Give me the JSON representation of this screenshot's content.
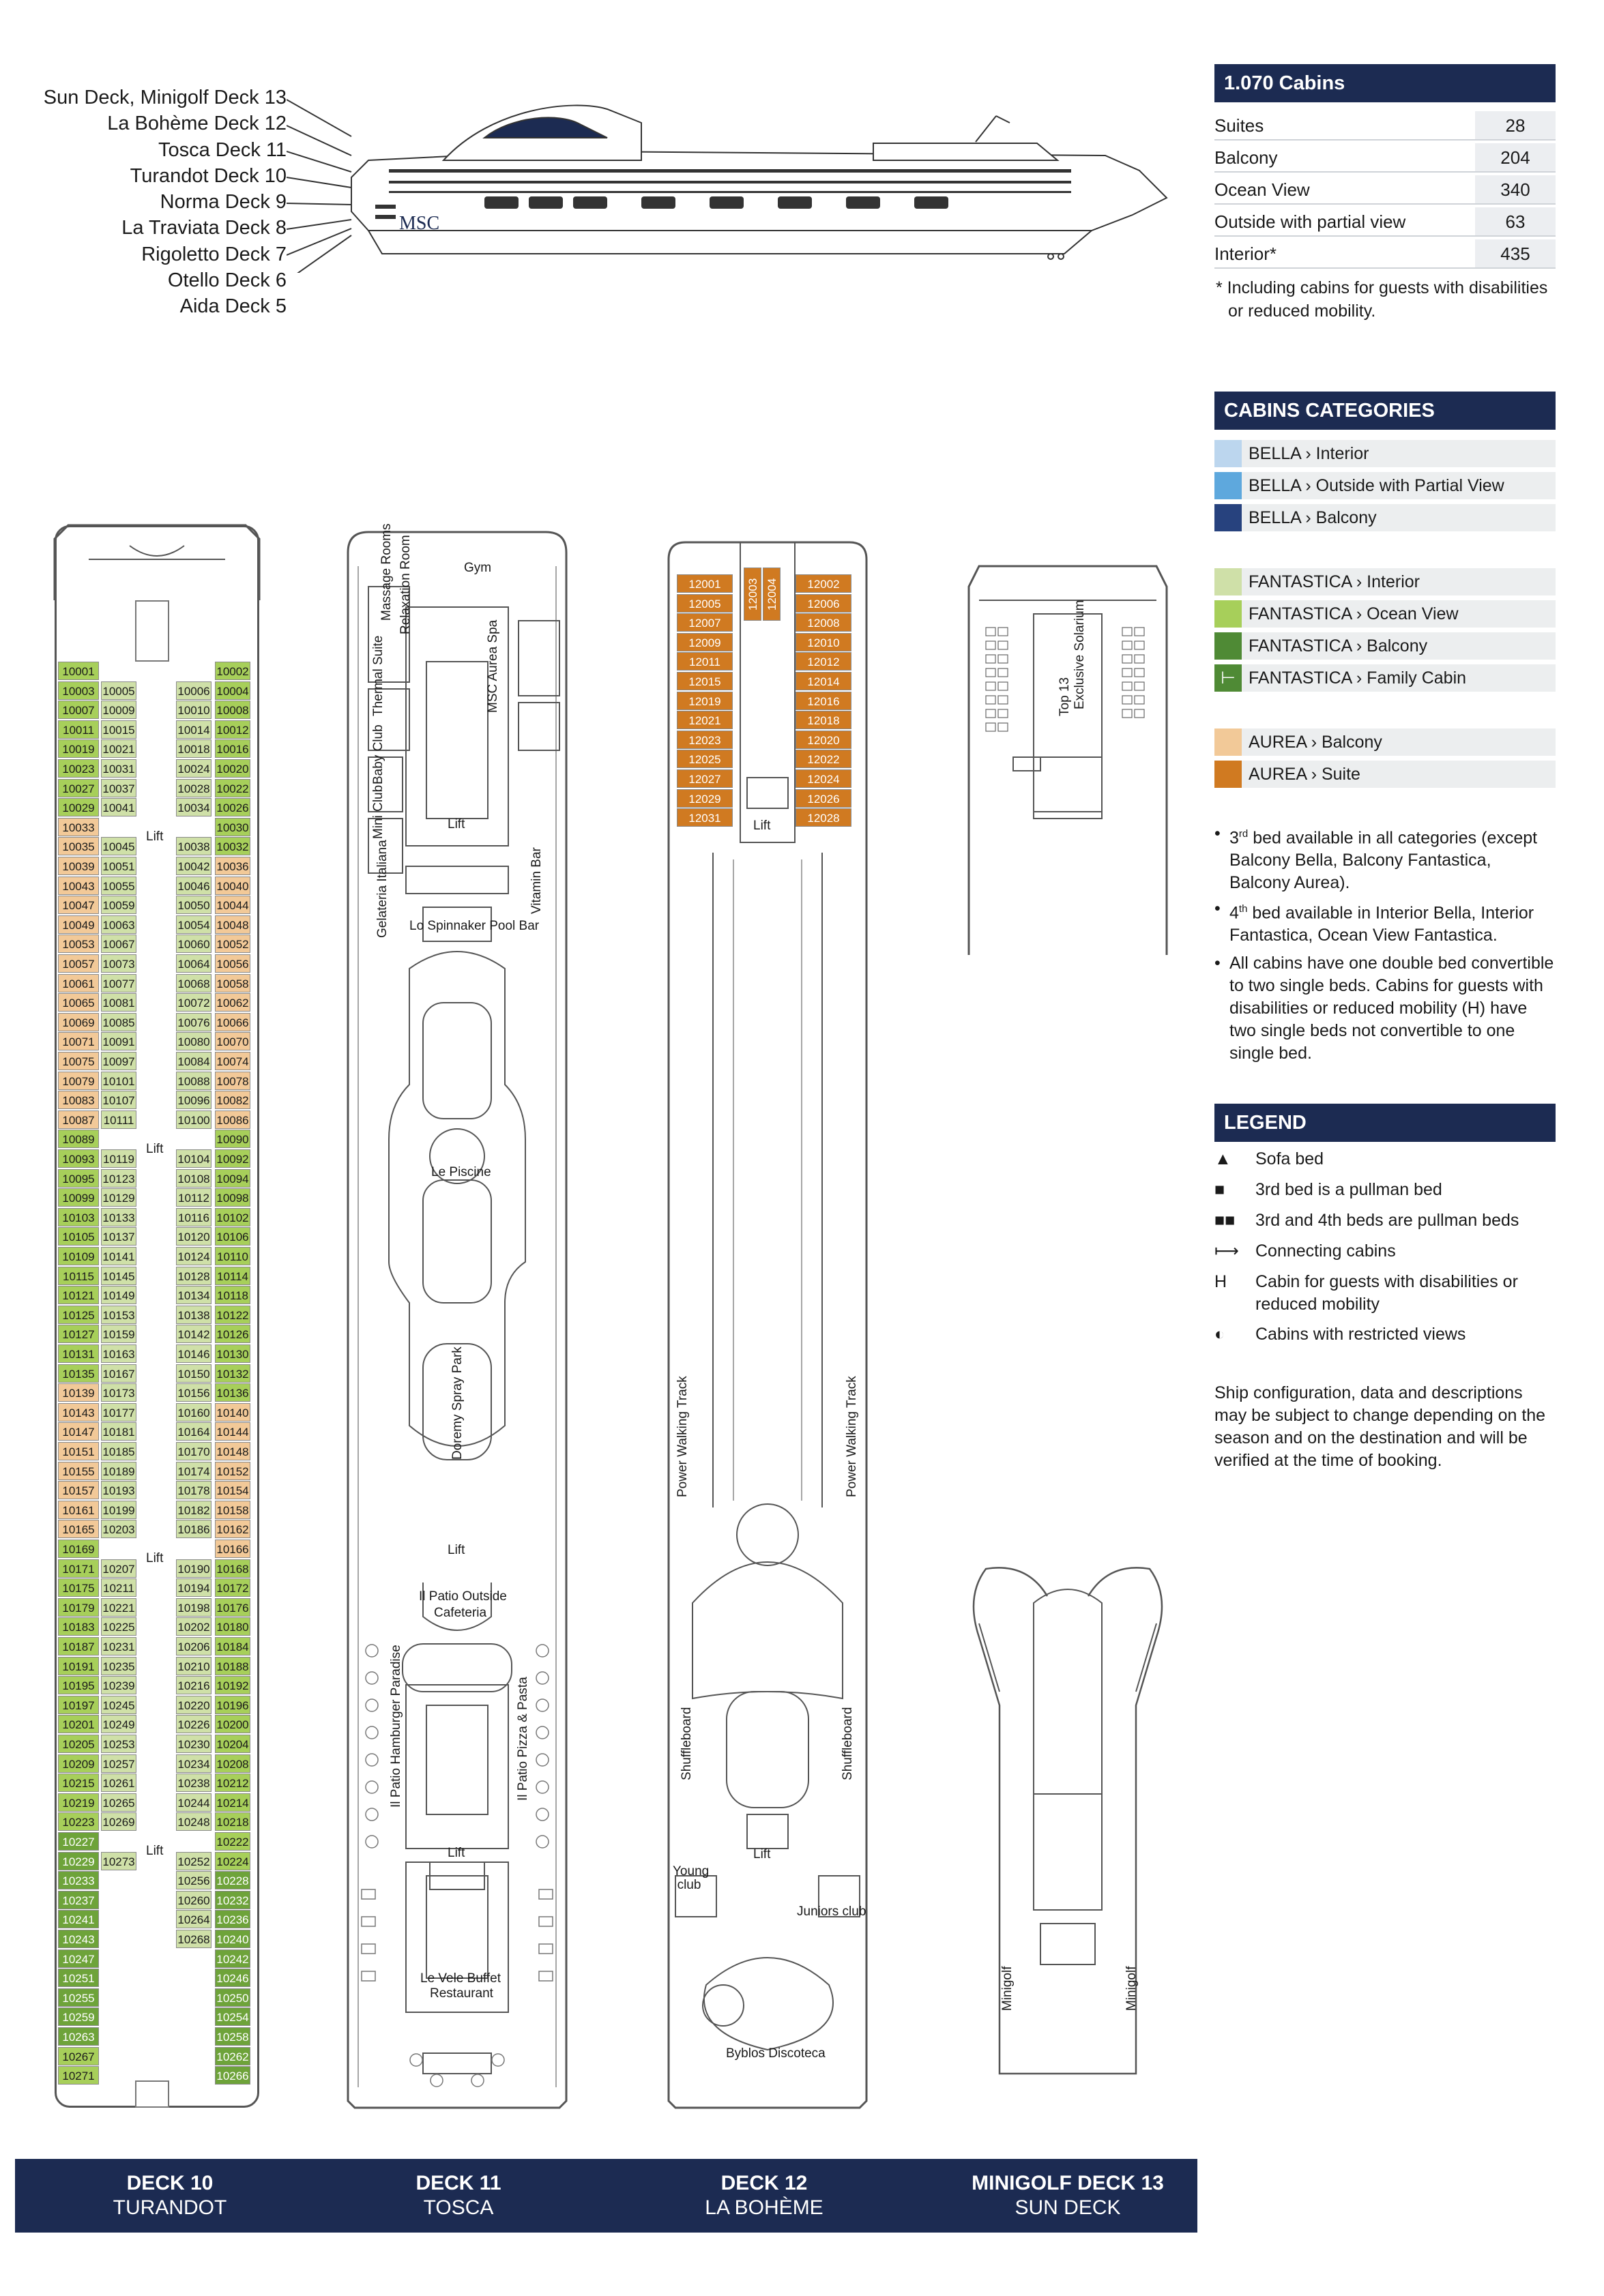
{
  "deck_index": [
    "Sun Deck, Minigolf Deck 13",
    "La Bohème Deck 12",
    "Tosca Deck 11",
    "Turandot Deck 10",
    "Norma Deck  9",
    "La Traviata Deck  8",
    "Rigoletto Deck  7",
    "Otello Deck  6",
    "Aida Deck  5"
  ],
  "ship": {
    "logo": "MSC"
  },
  "cabins": {
    "title": "1.070 Cabins",
    "rows": [
      {
        "label": "Suites",
        "value": "28"
      },
      {
        "label": "Balcony",
        "value": "204"
      },
      {
        "label": "Ocean View",
        "value": "340"
      },
      {
        "label": "Outside with partial view",
        "value": "63"
      },
      {
        "label": "Interior*",
        "value": "435"
      }
    ],
    "footnote_1": "* Including cabins for guests with disabilities",
    "footnote_2": "or reduced mobility."
  },
  "categories": {
    "title": "CABINS CATEGORIES",
    "items": [
      {
        "name": "BELLA",
        "type": "Interior",
        "color": "#bcd6ee"
      },
      {
        "name": "BELLA",
        "type": "Outside with Partial View",
        "color": "#5ea8dd"
      },
      {
        "name": "BELLA",
        "type": "Balcony",
        "color": "#27427e"
      },
      {
        "name": "FANTASTICA",
        "type": "Interior",
        "color": "#cfe0a8"
      },
      {
        "name": "FANTASTICA",
        "type": "Ocean View",
        "color": "#a7cf5a"
      },
      {
        "name": "FANTASTICA",
        "type": "Balcony",
        "color": "#4f8a35"
      },
      {
        "name": "FANTASTICA",
        "type": "Family Cabin",
        "color": "#4f8a35"
      },
      {
        "name": "AUREA",
        "type": "Balcony",
        "color": "#f2c998"
      },
      {
        "name": "AUREA",
        "type": "Suite",
        "color": "#d07a21"
      }
    ],
    "sep": "›"
  },
  "notes": [
    "3rd bed available in all categories (except Balcony Bella, Balcony Fantastica, Balcony Aurea).",
    "4th bed available in Interior Bella, Interior Fantastica, Ocean View Fantastica.",
    "All cabins have one double bed convertible to two single beds. Cabins for guests with disabilities or reduced mobility (H) have two single beds not convertible to one single bed."
  ],
  "legend": {
    "title": "LEGEND",
    "items": [
      {
        "symbol": "▲",
        "text": "Sofa bed"
      },
      {
        "symbol": "■",
        "text": "3rd bed is a pullman bed"
      },
      {
        "symbol": "■■",
        "text": "3rd and 4th beds are pullman beds"
      },
      {
        "symbol": "⟼",
        "text": "Connecting cabins"
      },
      {
        "symbol": "H",
        "text": "Cabin for guests with disabilities or reduced mobility"
      },
      {
        "symbol": "◐",
        "text": "Cabins with restricted views"
      }
    ],
    "disclaimer": "Ship configuration, data and descriptions may be subject to change depending on the season and on the destination and will be verified at the time of booking."
  },
  "deck10": {
    "lift": "Lift",
    "left_outer": [
      "10001",
      "10003",
      "10007",
      "10011",
      "10019",
      "10023",
      "10027",
      "10029",
      "10033",
      "10035",
      "10039",
      "10043",
      "10047",
      "10049",
      "10053",
      "10057",
      "10061",
      "10065",
      "10069",
      "10071",
      "10075",
      "10079",
      "10083",
      "10087",
      "10089",
      "10093",
      "10095",
      "10099",
      "10103",
      "10105",
      "10109",
      "10115",
      "10121",
      "10125",
      "10127",
      "10131",
      "10135",
      "10139",
      "10143",
      "10147",
      "10151",
      "10155",
      "10157",
      "10161",
      "10165",
      "10169",
      "10171",
      "10175",
      "10179",
      "10183",
      "10187",
      "10191",
      "10195",
      "10197",
      "10201",
      "10205",
      "10209",
      "10215",
      "10219",
      "10223",
      "10227",
      "10229",
      "10233",
      "10237",
      "10241",
      "10243",
      "10247",
      "10251",
      "10255",
      "10259",
      "10263",
      "10267",
      "10271"
    ],
    "right_outer": [
      "10002",
      "10004",
      "10008",
      "10012",
      "10016",
      "10020",
      "10022",
      "10026",
      "10030",
      "10032",
      "10036",
      "10040",
      "10044",
      "10048",
      "10052",
      "10056",
      "10058",
      "10062",
      "10066",
      "10070",
      "10074",
      "10078",
      "10082",
      "10086",
      "10090",
      "10092",
      "10094",
      "10098",
      "10102",
      "10106",
      "10110",
      "10114",
      "10118",
      "10122",
      "10126",
      "10130",
      "10132",
      "10136",
      "10140",
      "10144",
      "10148",
      "10152",
      "10154",
      "10158",
      "10162",
      "10166",
      "10168",
      "10172",
      "10176",
      "10180",
      "10184",
      "10188",
      "10192",
      "10196",
      "10200",
      "10204",
      "10208",
      "10212",
      "10214",
      "10218",
      "10222",
      "10224",
      "10228",
      "10232",
      "10236",
      "10240",
      "10242",
      "10246",
      "10250",
      "10254",
      "10258",
      "10262",
      "10266"
    ],
    "left_inner": [
      "10005",
      "10009",
      "10015",
      "10021",
      "10031",
      "10037",
      "10041",
      "10045",
      "10051",
      "10055",
      "10059",
      "10063",
      "10067",
      "10073",
      "10077",
      "10081",
      "10085",
      "10091",
      "10097",
      "10101",
      "10107",
      "10111",
      "10119",
      "10123",
      "10129",
      "10133",
      "10137",
      "10141",
      "10145",
      "10149",
      "10153",
      "10159",
      "10163",
      "10167",
      "10173",
      "10177",
      "10181",
      "10185",
      "10189",
      "10193",
      "10199",
      "10203",
      "10207",
      "10211",
      "10221",
      "10225",
      "10231",
      "10235",
      "10239",
      "10245",
      "10249",
      "10253",
      "10257",
      "10261",
      "10265",
      "10269",
      "10273"
    ],
    "right_inner": [
      "10006",
      "10010",
      "10014",
      "10018",
      "10024",
      "10028",
      "10034",
      "10038",
      "10042",
      "10046",
      "10050",
      "10054",
      "10060",
      "10064",
      "10068",
      "10072",
      "10076",
      "10080",
      "10084",
      "10088",
      "10096",
      "10100",
      "10104",
      "10108",
      "10112",
      "10116",
      "10120",
      "10124",
      "10128",
      "10134",
      "10138",
      "10142",
      "10146",
      "10150",
      "10156",
      "10160",
      "10164",
      "10170",
      "10174",
      "10178",
      "10182",
      "10186",
      "10190",
      "10194",
      "10198",
      "10202",
      "10206",
      "10210",
      "10216",
      "10220",
      "10226",
      "10230",
      "10234",
      "10238",
      "10244",
      "10248",
      "10252",
      "10256",
      "10260",
      "10264",
      "10268"
    ]
  },
  "deck11": {
    "labels": {
      "gym": "Gym",
      "relax": "Relaxation Room",
      "massage": "Massage Rooms",
      "spa": "MSC Aurea Spa",
      "thermal": "Thermal Suite",
      "baby": "Baby Club",
      "mini": "Mini Club",
      "lift": "Lift",
      "gelateria": "Gelateria Italiana",
      "vitamin": "Vitamin Bar",
      "spinnaker": "Lo Spinnaker Pool Bar",
      "piscine": "Le Piscine",
      "doremy": "Doremy Spray Park",
      "patio_outside": "Il Patio Outside",
      "cafeteria": "Cafeteria",
      "hamburger": "Il Patio Hamburger Paradise",
      "pizza": "Il Patio Pizza & Pasta",
      "vele": "Le Vele Buffet",
      "restaurant": "Restaurant"
    }
  },
  "deck12": {
    "left": [
      "12001",
      "12005",
      "12007",
      "12009",
      "12011",
      "12015",
      "12019",
      "12021",
      "12023",
      "12025",
      "12027",
      "12029",
      "12031"
    ],
    "right": [
      "12002",
      "12006",
      "12008",
      "12010",
      "12012",
      "12014",
      "12016",
      "12018",
      "12020",
      "12022",
      "12024",
      "12026",
      "12028"
    ],
    "center": [
      "12003",
      "12004"
    ],
    "labels": {
      "lift": "Lift",
      "power": "Power Walking Track",
      "shuffle": "Shuffleboard",
      "young": "Young club",
      "juniors": "Juniors club",
      "byblos": "Byblos Discoteca"
    }
  },
  "deck13": {
    "labels": {
      "top13": "Top 13",
      "solarium": "Exclusive Solarium",
      "minigolf": "Minigolf"
    }
  },
  "footer": [
    {
      "deck": "DECK 10",
      "name": "TURANDOT"
    },
    {
      "deck": "DECK 11",
      "name": "TOSCA"
    },
    {
      "deck": "DECK 12",
      "name": "LA BOHÈME"
    },
    {
      "deck": "MINIGOLF DECK 13",
      "name": "SUN DECK"
    }
  ]
}
